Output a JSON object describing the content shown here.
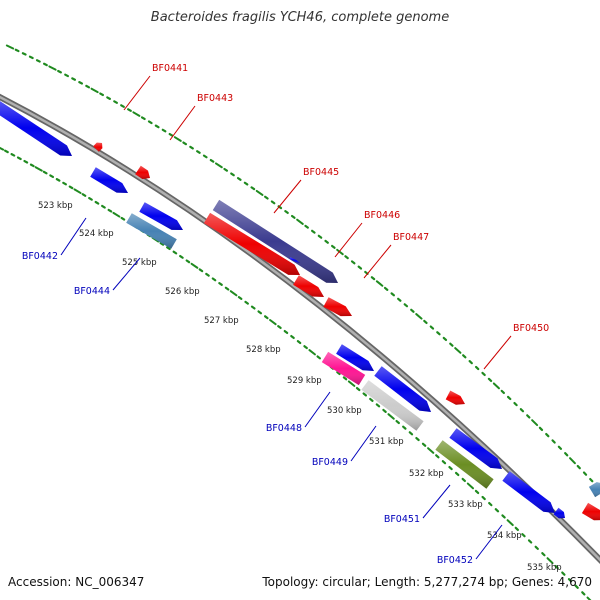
{
  "title": "Bacteroides fragilis YCH46, complete genome",
  "footer": {
    "accession": "Accession: NC_006347",
    "summary": "Topology: circular; Length: 5,277,274 bp; Genes: 4,670"
  },
  "colors": {
    "forward_label": "#cc0000",
    "reverse_label": "#0000bb",
    "backbone": "#888888",
    "tick": "#1f8a1f",
    "ruler_text": "#222222"
  },
  "ruler_labels": [
    "523 kbp",
    "524 kbp",
    "525 kbp",
    "526 kbp",
    "527 kbp",
    "528 kbp",
    "529 kbp",
    "530 kbp",
    "531 kbp",
    "532 kbp",
    "533 kbp",
    "534 kbp",
    "535 kbp"
  ],
  "forward_gene_labels": [
    "BF0441",
    "BF0443",
    "BF0445",
    "BF0446",
    "BF0447",
    "BF0450"
  ],
  "reverse_gene_labels": [
    "BF0442",
    "BF0444",
    "BF0448",
    "BF0449",
    "BF0451",
    "BF0452"
  ],
  "gene_features": [
    {
      "id": "blue-1",
      "color": "#0000ee"
    },
    {
      "id": "red-small-1",
      "color": "#ee0000"
    },
    {
      "id": "blue-2",
      "color": "#0000ee"
    },
    {
      "id": "red-small-2",
      "color": "#ee0000"
    },
    {
      "id": "blue-3",
      "color": "#0000ee"
    },
    {
      "id": "steelblue-1",
      "color": "#4682b4"
    },
    {
      "id": "darkslate-1",
      "color": "#3b3b8f"
    },
    {
      "id": "blue-4",
      "color": "#0000ee"
    },
    {
      "id": "red-1",
      "color": "#ee0000"
    },
    {
      "id": "red-2",
      "color": "#ee0000"
    },
    {
      "id": "red-3",
      "color": "#ee0000"
    },
    {
      "id": "blue-5",
      "color": "#0000ee"
    },
    {
      "id": "magenta-1",
      "color": "#ff1493"
    },
    {
      "id": "blue-6",
      "color": "#0000ee"
    },
    {
      "id": "gray-1",
      "color": "#cccccc"
    },
    {
      "id": "red-small-3",
      "color": "#ee0000"
    },
    {
      "id": "blue-7",
      "color": "#0000ee"
    },
    {
      "id": "olive-1",
      "color": "#6b8e23"
    },
    {
      "id": "blue-8",
      "color": "#0000ee"
    },
    {
      "id": "blue-small-1",
      "color": "#0000ee"
    },
    {
      "id": "steelblue-2",
      "color": "#4682b4"
    },
    {
      "id": "red-4",
      "color": "#ee0000"
    }
  ]
}
